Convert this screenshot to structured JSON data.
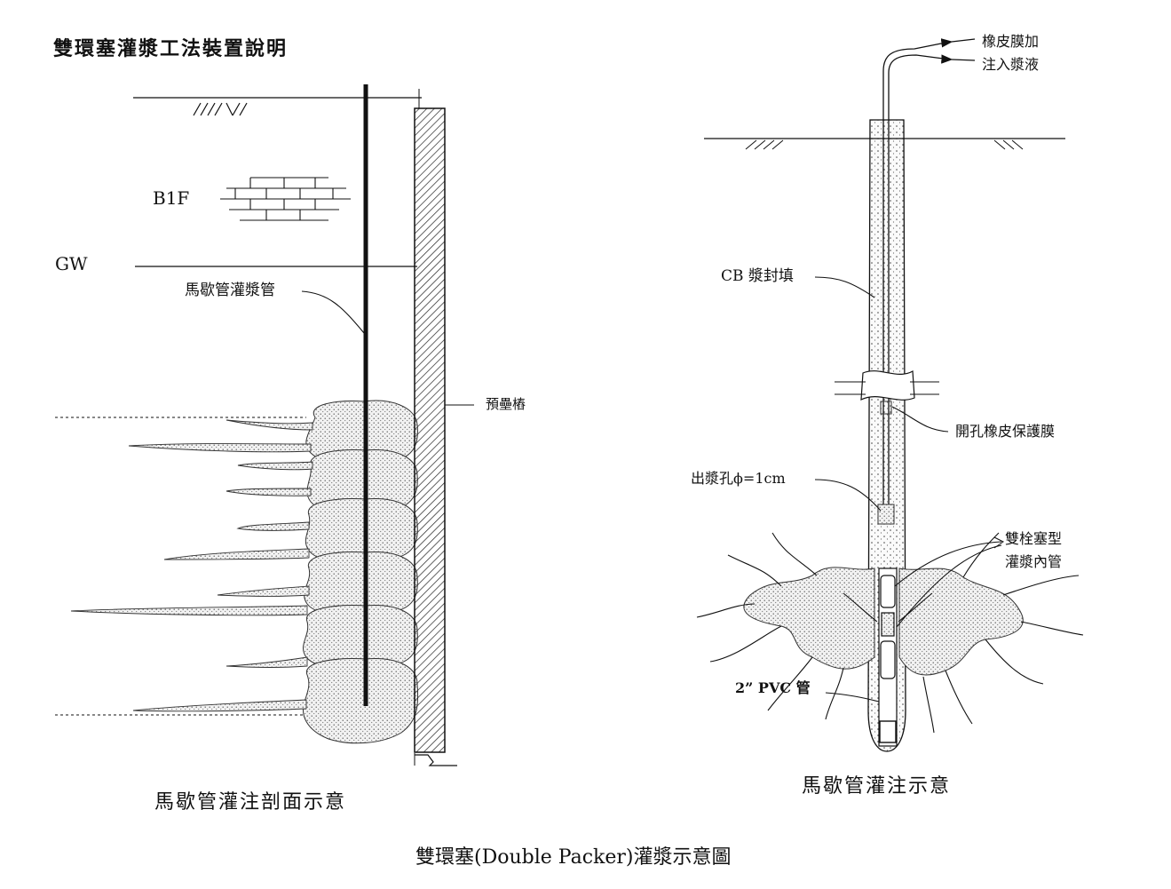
{
  "title": "雙環塞灌漿工法裝置說明",
  "left": {
    "caption": "馬歇管灌注剖面示意",
    "labels": {
      "b1f": "B1F",
      "gw": "GW",
      "sleeve_pipe": "馬歇管灌漿管",
      "pile": "預壘樁"
    }
  },
  "right": {
    "caption": "馬歇管灌注示意",
    "labels": {
      "membrane_line1": "橡皮膜加",
      "membrane_line2": "注入漿液",
      "cb_seal": "CB 漿封填",
      "rubber_sleeve": "開孔橡皮保護膜",
      "outlet": "出漿孔ϕ=1cm",
      "packer_line1": "雙栓塞型",
      "packer_line2": "灌漿內管",
      "pvc": "2” PVC 管"
    }
  },
  "bottom_caption": "雙環塞(Double Packer)灌漿示意圖"
}
